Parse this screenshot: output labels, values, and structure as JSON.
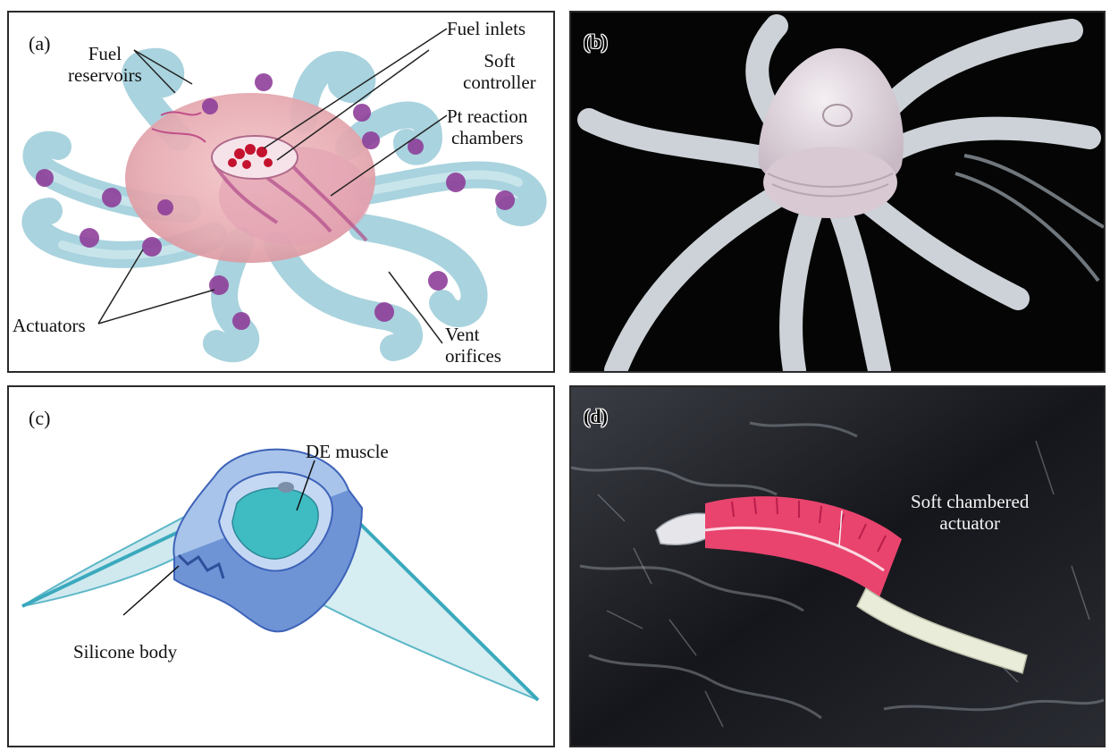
{
  "figure": {
    "panels": [
      {
        "letter": "(a)",
        "labels": {
          "fuel_reservoirs": "Fuel\nreservoirs",
          "fuel_inlets": "Fuel inlets",
          "soft_controller": "Soft\ncontroller",
          "pt_reaction_chambers": "Pt reaction\nchambers",
          "actuators": "Actuators",
          "vent_orifices": "Vent\norifices"
        }
      },
      {
        "letter": "(b)"
      },
      {
        "letter": "(c)",
        "labels": {
          "de_muscle": "DE muscle",
          "silicone_body": "Silicone body"
        }
      },
      {
        "letter": "(d)",
        "labels": {
          "soft_chambered_actuator": "Soft chambered\nactuator"
        }
      }
    ]
  },
  "colors": {
    "octopus_arm": "#b9dde6",
    "octopus_body": "#eab4b9",
    "octopus_spot": "#8e3f9a",
    "jellyfish_body": "#9fc1e8",
    "jellyfish_muscle": "#41c3c3",
    "fish_actuator": "#e9446e",
    "silicone_robot": "#dcdde2"
  }
}
